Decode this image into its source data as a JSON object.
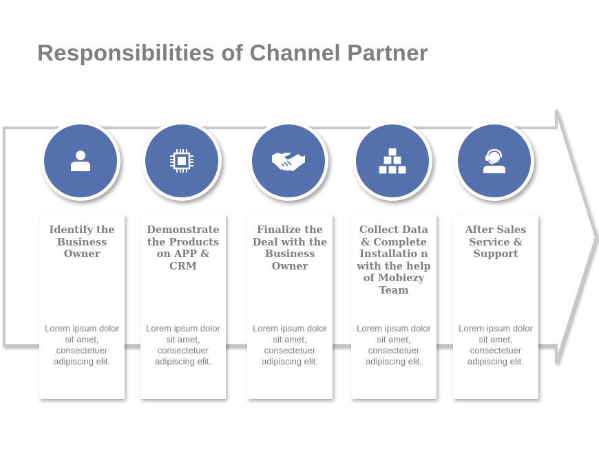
{
  "title": "Responsibilities of Channel Partner",
  "colors": {
    "accent": "#5470ad",
    "text": "#7f7f7f",
    "arrow": "#c8c8c8"
  },
  "steps": [
    {
      "icon": "person-icon",
      "heading": "Identify the Business Owner",
      "body": "Lorem ipsum dolor sit amet, consectetuer adipiscing elit."
    },
    {
      "icon": "chip-icon",
      "heading": "Demonstrate the Products on APP & CRM",
      "body": "Lorem ipsum dolor sit amet, consectetuer adipiscing elit."
    },
    {
      "icon": "handshake-icon",
      "heading": "Finalize the Deal with the Business Owner",
      "body": "Lorem ipsum dolor sit amet, consectetuer adipiscing elit."
    },
    {
      "icon": "boxes-icon",
      "heading": "Collect Data & Complete Installatio n with the help of Mobiezy Team",
      "body": "Lorem ipsum dolor sit amet, consectetuer adipiscing elit."
    },
    {
      "icon": "headset-icon",
      "heading": "After Sales Service & Support",
      "body": "Lorem ipsum dolor sit amet, consectetuer adipiscing elit."
    }
  ]
}
